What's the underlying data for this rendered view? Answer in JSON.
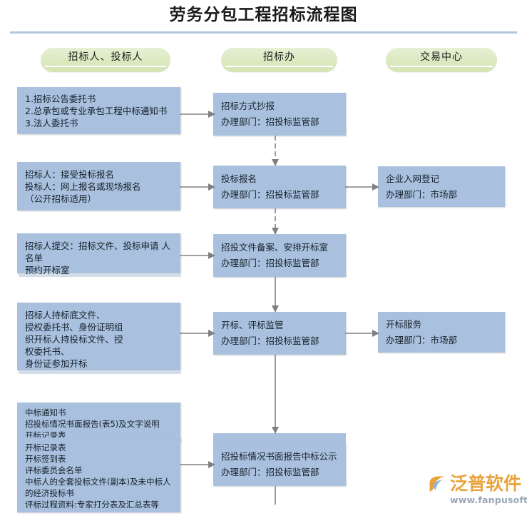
{
  "title": "劳务分包工程招标流程图",
  "columns": [
    {
      "id": "bidder",
      "label": "招标人、投标人"
    },
    {
      "id": "bid-office",
      "label": "招标办"
    },
    {
      "id": "trading-center",
      "label": "交易中心"
    }
  ],
  "colors": {
    "box_fill": "#a9c1de",
    "pill_fill": "#dbe9bf",
    "rule": "#b3c6dd",
    "connector": "#808080",
    "watermark_orange": "#e8a33d",
    "watermark_gray": "#9aa6b5"
  },
  "col1_boxes": [
    {
      "name": "documents-required",
      "text": "1.招标公告委托书\n2.总承包或专业承包工程中标通知书\n3.法人委托书"
    },
    {
      "name": "registration-acceptance",
      "text": "招标人：接受投标报名\n投标人：网上报名或现场报名\n（公开招标适用）"
    },
    {
      "name": "submit-bid-documents",
      "text": "招标人提交：招标文件、投标申请 人名单\n预约开标室"
    },
    {
      "name": "attend-bid-opening",
      "text": "招标人持标底文件、\n授权委托书、身份证明组\n织开标人持投标文件、授\n权委托书、\n身份证参加开标"
    },
    {
      "name": "award-notice-upper",
      "text": "中标通知书\n招投标情况书面报告(表5)及文字说明\n开标记录表"
    },
    {
      "name": "award-notice-lower",
      "text": "开标记录表\n开标签到表\n评标委员会名单\n中标人的全套投标文件(副本)及未中标人\n的经济投标书\n评标过程资料:专家打分表及汇总表等"
    }
  ],
  "col2_boxes": [
    {
      "name": "bid-method-report",
      "title": "招标方式抄报",
      "dept": "办理部门：招投标监管部"
    },
    {
      "name": "bid-registration",
      "title": "投标报名",
      "dept": "办理部门：招投标监管部"
    },
    {
      "name": "document-filing",
      "title": "招投文件备案、安排开标室",
      "dept": "办理部门：招投标监管部"
    },
    {
      "name": "bid-opening-supervision",
      "title": "开标、评标监管",
      "dept": "办理部门：招投标监管部"
    },
    {
      "name": "result-announcement",
      "title": "招投标情况书面报告中标公示",
      "dept": "办理部门：招投标监管部"
    }
  ],
  "col3_boxes": [
    {
      "name": "enterprise-network-registration",
      "title": "企业入网登记",
      "dept": "办理部门：市场部"
    },
    {
      "name": "bid-opening-service",
      "title": "开标服务",
      "dept": "办理部门：市场部"
    }
  ],
  "watermark": {
    "brand": "泛普软件",
    "url": "www.fanpusoft.com"
  }
}
